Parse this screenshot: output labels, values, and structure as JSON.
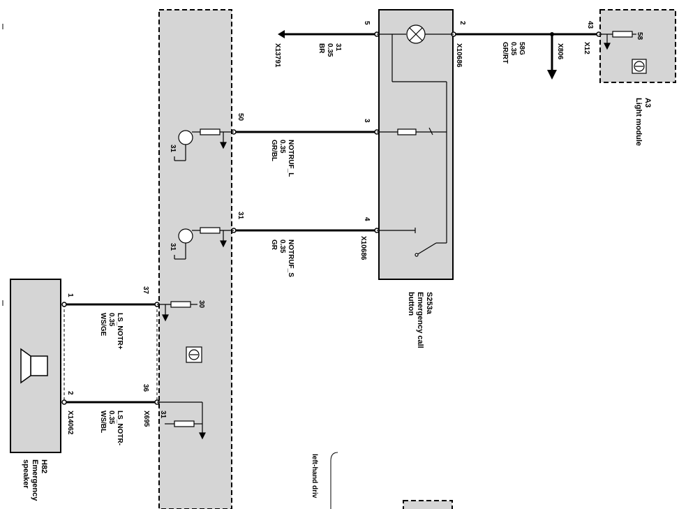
{
  "components": {
    "a3": {
      "code": "A3",
      "name": "Light module"
    },
    "s253a": {
      "code": "S253a",
      "name_line1": "Emergency call",
      "name_line2": "button"
    },
    "h82": {
      "code": "H82",
      "name_line1": "Emergency",
      "name_line2": "speaker"
    }
  },
  "connectors": {
    "x12": "X12",
    "x806": "X806",
    "x10686_top": "X10686",
    "x10686_bottom": "X10686",
    "x13791": "X13791",
    "x14062": "X14062",
    "x695": "X695"
  },
  "pins": {
    "a3_43": "43",
    "a3_58": "58",
    "s_2": "2",
    "s_5": "5",
    "s_3": "3",
    "s_4": "4",
    "m_50": "50",
    "m_31": "31",
    "m_37": "37",
    "m_36": "36",
    "h_1": "1",
    "h_2": "2",
    "gnd_31_a": "31",
    "gnd_31_b": "31",
    "gnd_31_c": "31",
    "res_30": "30"
  },
  "wires": {
    "w58g": {
      "signal": "58G",
      "size": "0.35",
      "color": "GR/RT"
    },
    "w31br": {
      "signal": "31",
      "size": "0.35",
      "color": "BR"
    },
    "notruf_l": {
      "signal": "NOTRUF_L",
      "size": "0.35",
      "color": "GR/BL"
    },
    "notruf_s": {
      "signal": "NOTRUF_S",
      "size": "0.35",
      "color": "GR"
    },
    "ls_notr_plus": {
      "signal": "LS_NOTR+",
      "size": "0.35",
      "color": "WS/GE"
    },
    "ls_notr_minus": {
      "signal": "LS_NOTR-",
      "size": "0.35",
      "color": "WS/BL"
    }
  },
  "notes": {
    "lhd": "left-hand driv"
  }
}
